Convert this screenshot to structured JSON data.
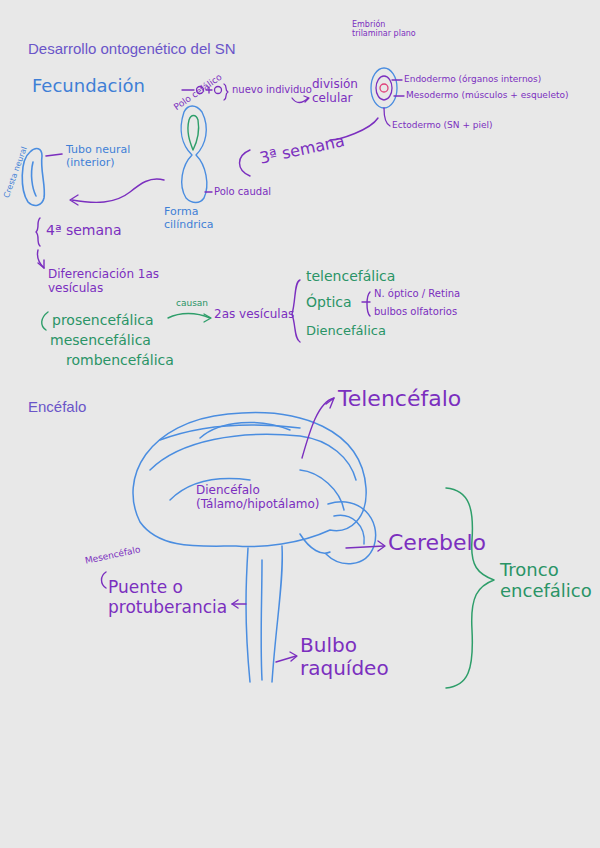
{
  "diagram": {
    "title": "Desarrollo ontogenético del SN",
    "labels": [
      "Fecundación",
      "nuevo individuo",
      "Polo cefálico",
      "división celular",
      "Embrión trilaminar plano",
      "Endodermo (órganos internos)",
      "Mesodermo (músculos + esqueleto)",
      "Ectodermo (SN + piel)",
      "3ª semana",
      "Polo caudal",
      "Forma cilíndrica",
      "Cresta neural",
      "Tubo neural (interior)",
      "4ª semana",
      "Diferenciación 1as vesículas",
      "prosencefálica",
      "mesencefálica",
      "rombencefálica",
      "causan",
      "2as vesículas",
      "telencefálica",
      "Óptica",
      "Diencefálica",
      "N. óptico / Retina",
      "bulbos olfatorios",
      "Encéfalo",
      "Telencéfalo",
      "Diencéfalo (Tálamo/hipotálamo)",
      "Cerebelo",
      "Mesencéfalo",
      "Puente o protuberancia",
      "Bulbo raquídeo",
      "Tronco encefálico"
    ]
  }
}
